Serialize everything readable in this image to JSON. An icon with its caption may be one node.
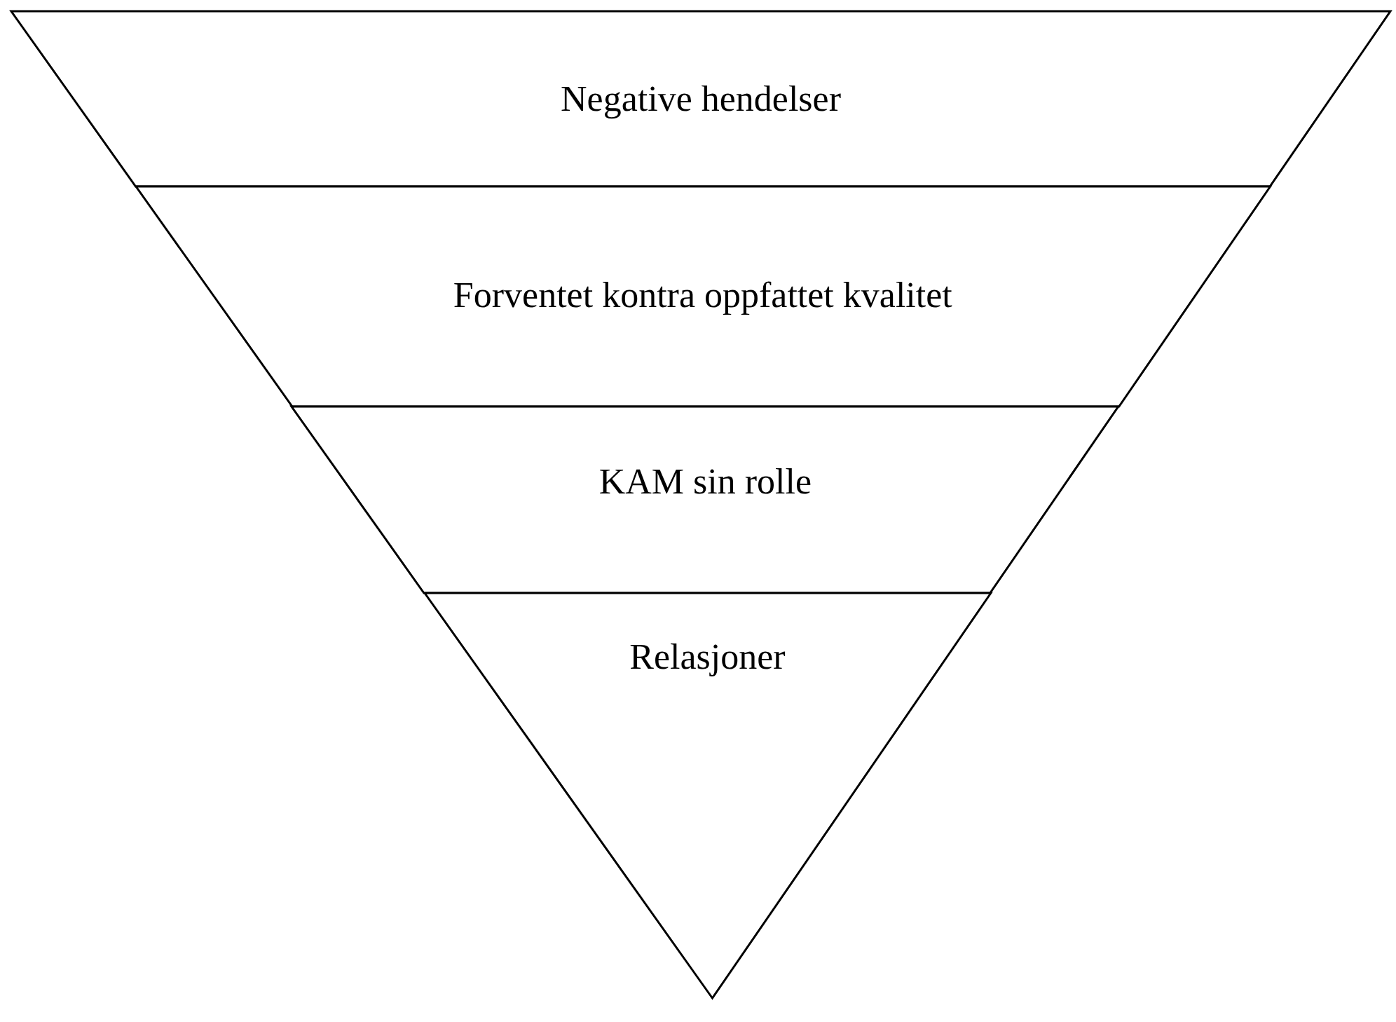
{
  "diagram": {
    "nodes": [
      {
        "text": [
          "Negative hendelser"
        ]
      },
      {
        "text": [
          "Forventet kontra oppfattet kvalitet"
        ]
      },
      {
        "text": [
          "KAM sin rolle"
        ]
      },
      {
        "text": [
          "Relasjoner"
        ]
      }
    ]
  }
}
